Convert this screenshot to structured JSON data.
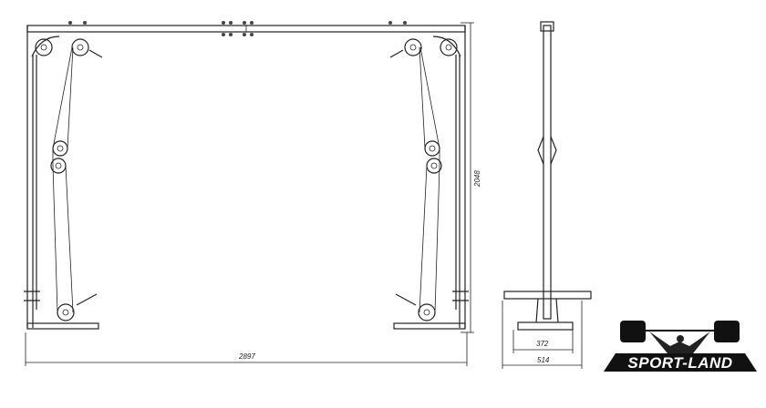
{
  "dimensions": {
    "total_width": "2897",
    "height": "2048",
    "base_inner_depth": "372",
    "base_depth": "514"
  },
  "logo": {
    "text": "SPORT-LAND"
  }
}
